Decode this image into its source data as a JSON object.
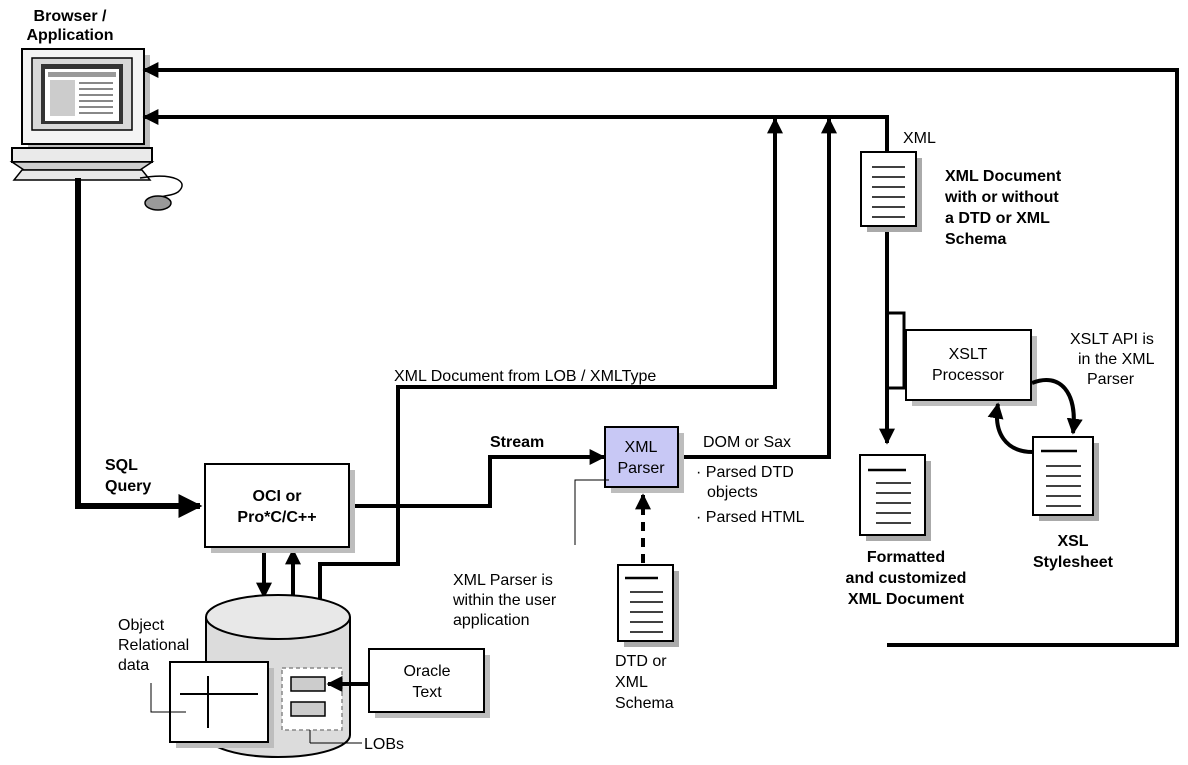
{
  "labels": {
    "browser_line1": "Browser /",
    "browser_line2": "Application",
    "xml": "XML",
    "xml_doc_line1": "XML Document",
    "xml_doc_line2": "with or without",
    "xml_doc_line3": "a DTD or XML",
    "xml_doc_line4": "Schema",
    "xslt_api_line1": "XSLT API is",
    "xslt_api_line2": "in the XML",
    "xslt_api_line3": "Parser",
    "xslt_proc_line1": "XSLT",
    "xslt_proc_line2": "Processor",
    "xml_doc_from_lob": "XML Document from LOB / XMLType",
    "stream": "Stream",
    "xml_parser_line1": "XML",
    "xml_parser_line2": "Parser",
    "dom_or_sax": "DOM or Sax",
    "parsed_dtd_line1": "· Parsed DTD",
    "parsed_dtd_line2": "objects",
    "parsed_html": "· Parsed HTML",
    "sql_line1": "SQL",
    "sql_line2": "Query",
    "oci_line1": "OCI or",
    "oci_line2": "Pro*C/C++",
    "parser_within_line1": "XML Parser is",
    "parser_within_line2": "within the user",
    "parser_within_line3": "application",
    "formatted_line1": "Formatted",
    "formatted_line2": "and customized",
    "formatted_line3": "XML Document",
    "xsl_line1": "XSL",
    "xsl_line2": "Stylesheet",
    "object_rel_line1": "Object",
    "object_rel_line2": "Relational",
    "object_rel_line3": "data",
    "oracle_text_line1": "Oracle",
    "oracle_text_line2": "Text",
    "dtd_line1": "DTD or",
    "dtd_line2": "XML",
    "dtd_line3": "Schema",
    "lobs": "LOBs"
  },
  "colors": {
    "parser_fill": "#c8c8f5",
    "shadow": "#bdbdbd",
    "doc_shadow": "#aaaaaa",
    "cylinder": "#dcdcdc"
  }
}
